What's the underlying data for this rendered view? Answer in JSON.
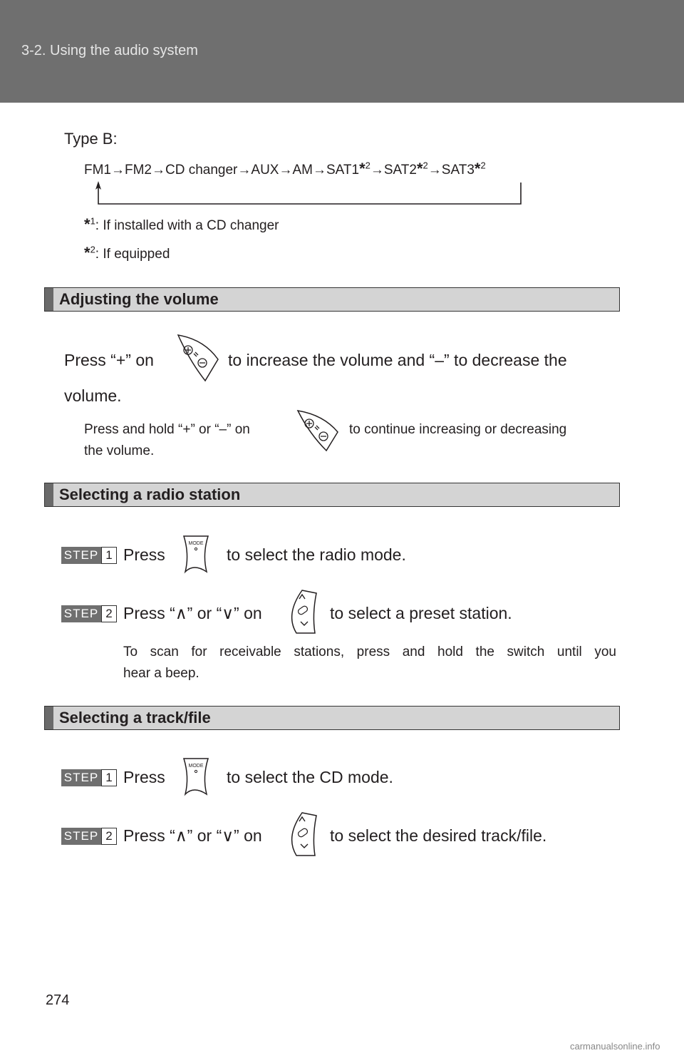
{
  "header": {
    "breadcrumb": "3-2. Using the audio system"
  },
  "type_b": {
    "label": "Type B:",
    "sequence": [
      {
        "text": "FM1",
        "mark": ""
      },
      {
        "text": "FM2",
        "mark": ""
      },
      {
        "text": "CD changer",
        "mark": ""
      },
      {
        "text": "AUX",
        "mark": ""
      },
      {
        "text": "AM",
        "mark": ""
      },
      {
        "text": "SAT1",
        "mark": "2"
      },
      {
        "text": "SAT2",
        "mark": "2"
      },
      {
        "text": "SAT3",
        "mark": "2"
      }
    ],
    "arrow": "→",
    "footnotes": [
      {
        "mark": "1",
        "text": ": If installed with a CD changer"
      },
      {
        "mark": "2",
        "text": ": If equipped"
      }
    ]
  },
  "volume": {
    "title": "Adjusting the volume",
    "line1_a": "Press “+” on",
    "line1_b": "to increase the volume and “–” to decrease the",
    "line2": "volume.",
    "note_a": "Press and hold “+” or “–” on",
    "note_b": "to continue increasing or decreasing",
    "note_c": "the volume."
  },
  "radio": {
    "title": "Selecting a radio station",
    "step1_a": "Press",
    "step1_b": "to select the radio mode.",
    "step2_a": "Press “∧” or “∨” on",
    "step2_b": "to select a preset station.",
    "note1": "To scan for receivable stations, press and hold the switch until you",
    "note2": "hear a beep."
  },
  "track": {
    "title": "Selecting a track/file",
    "step1_a": "Press",
    "step1_b": "to select the CD mode.",
    "step2_a": "Press “∧” or “∨” on",
    "step2_b": "to select the desired track/file."
  },
  "steps": {
    "label": "STEP",
    "n1": "1",
    "n2": "2"
  },
  "icons": {
    "mode_label": "MODE"
  },
  "page_number": "274",
  "watermark": "carmanualsonline.info"
}
